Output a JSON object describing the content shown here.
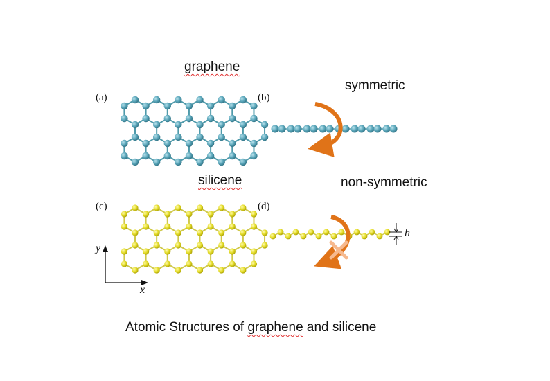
{
  "titles": {
    "graphene": "graphene",
    "symmetric": "symmetric",
    "silicene": "silicene",
    "non_symmetric": "non-symmetric",
    "caption_part1": "Atomic Structures of ",
    "caption_graphene": "graphene",
    "caption_part2": " and silicene"
  },
  "panels": {
    "a": "(a)",
    "b": "(b)",
    "c": "(c)",
    "d": "(d)"
  },
  "axes": {
    "y": "y",
    "x": "x",
    "height": "h"
  },
  "colors": {
    "carbon": "#5aa6ba",
    "carbon_bond": "#4f9aaa",
    "silicon": "#e4dc28",
    "silicon_bond": "#cfc84a",
    "arrow": "#e07318",
    "cross": "#f6b98e"
  }
}
